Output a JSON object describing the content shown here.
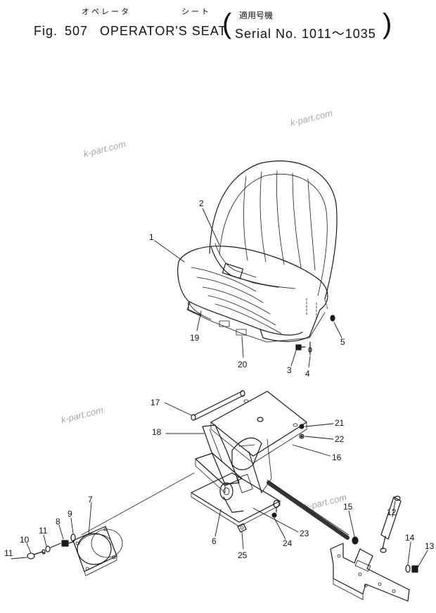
{
  "header": {
    "kana_operator": "オペレータ",
    "kana_seat": "シート",
    "fig_label": "Fig.",
    "fig_number": "507",
    "title": "OPERATOR'S SEAT",
    "applicable_models_jp": "適用号機",
    "serial_text": "Serial No. 1011～1035"
  },
  "watermarks": [
    "k-part.com",
    "k-part.com",
    "k-part.com",
    "k-part.com"
  ],
  "callouts": [
    "1",
    "2",
    "3",
    "4",
    "5",
    "6",
    "7",
    "8",
    "9",
    "10",
    "11",
    "11",
    "12",
    "13",
    "14",
    "15",
    "16",
    "17",
    "18",
    "19",
    "20",
    "21",
    "22",
    "23",
    "24",
    "25"
  ]
}
